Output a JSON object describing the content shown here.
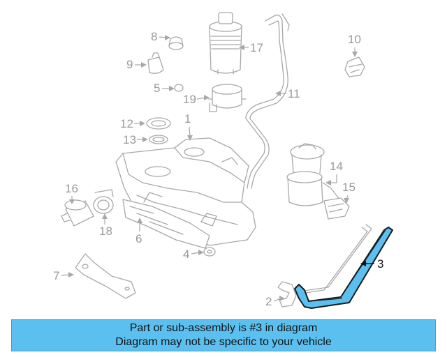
{
  "diagram": {
    "callouts": [
      {
        "id": "c1",
        "label": "1"
      },
      {
        "id": "c2",
        "label": "2"
      },
      {
        "id": "c3",
        "label": "3",
        "highlighted": true
      },
      {
        "id": "c4",
        "label": "4"
      },
      {
        "id": "c5",
        "label": "5"
      },
      {
        "id": "c6",
        "label": "6"
      },
      {
        "id": "c7",
        "label": "7"
      },
      {
        "id": "c8",
        "label": "8"
      },
      {
        "id": "c9",
        "label": "9"
      },
      {
        "id": "c10",
        "label": "10"
      },
      {
        "id": "c11",
        "label": "11"
      },
      {
        "id": "c12",
        "label": "12"
      },
      {
        "id": "c13",
        "label": "13"
      },
      {
        "id": "c14",
        "label": "14"
      },
      {
        "id": "c15",
        "label": "15"
      },
      {
        "id": "c16",
        "label": "16"
      },
      {
        "id": "c17",
        "label": "17"
      },
      {
        "id": "c18",
        "label": "18"
      },
      {
        "id": "c19",
        "label": "19"
      }
    ],
    "colors": {
      "line_art": "#a8a8a8",
      "highlight_fill": "#5bc0f0",
      "highlight_stroke": "#1a1a1a",
      "banner_bg": "#5bc0f0"
    }
  },
  "banner": {
    "line1": "Part or sub-assembly is #3 in diagram",
    "line2": "Diagram may not be specific to your vehicle"
  }
}
